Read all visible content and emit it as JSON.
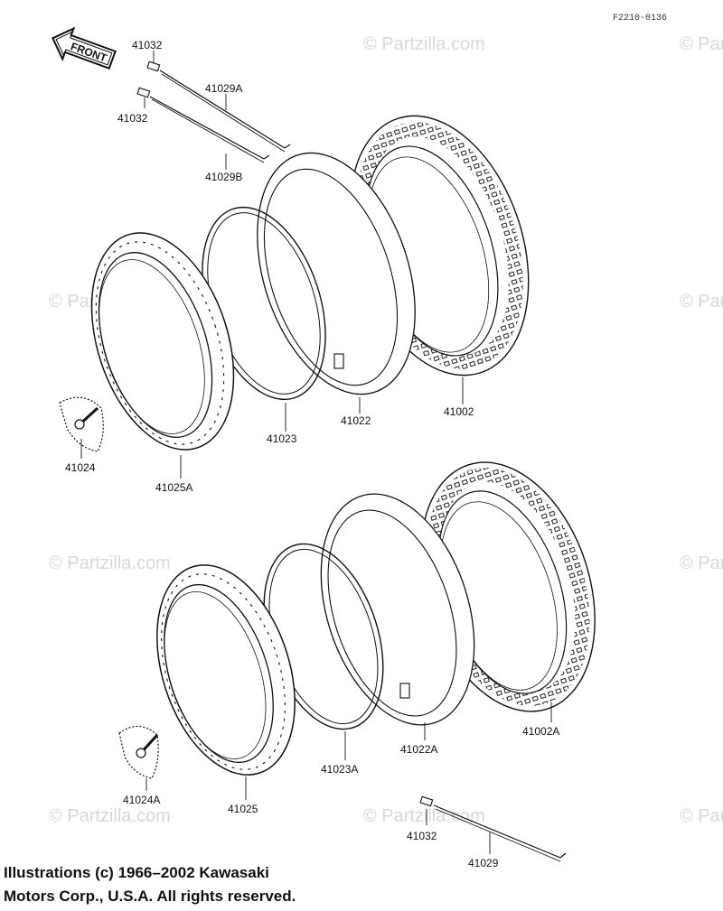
{
  "figure_code": "F2210-0136",
  "front_label": "FRONT",
  "watermark_text": "© Partzilla.com",
  "copyright_lines": [
    "Illustrations (c) 1966–2002 Kawasaki",
    "Motors Corp., U.S.A.  All rights reserved."
  ],
  "part_labels": {
    "spoke_nipple_top": "41032",
    "spoke_nipple_mid": "41032",
    "spoke_a": "41029A",
    "spoke_b": "41029B",
    "tire_upper": "41002",
    "tube_upper": "41022",
    "rim_band_upper": "41023",
    "rim_upper": "41025A",
    "rim_lock_upper": "41024",
    "tire_lower": "41002A",
    "tube_lower": "41022A",
    "rim_band_lower": "41023A",
    "rim_lower": "41025",
    "rim_lock_lower": "41024A",
    "spoke_nipple_bottom": "41032",
    "spoke_bottom": "41029"
  },
  "colors": {
    "ink": "#111111",
    "watermark": "#d8d8d8",
    "background": "#ffffff"
  }
}
